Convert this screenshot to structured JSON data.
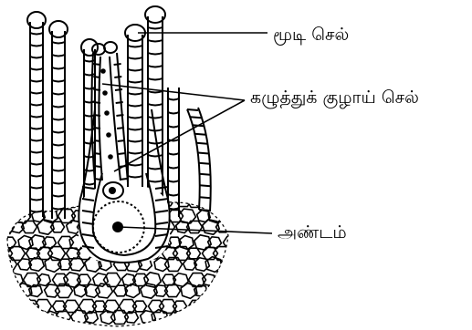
{
  "labels": {
    "cover_cell": "மூடி செல்",
    "neck_canal_cell": "கழுத்துக் குழாய் செல்",
    "egg": "அண்டம்"
  },
  "colors": {
    "ink": "#000000",
    "paper": "#ffffff"
  }
}
